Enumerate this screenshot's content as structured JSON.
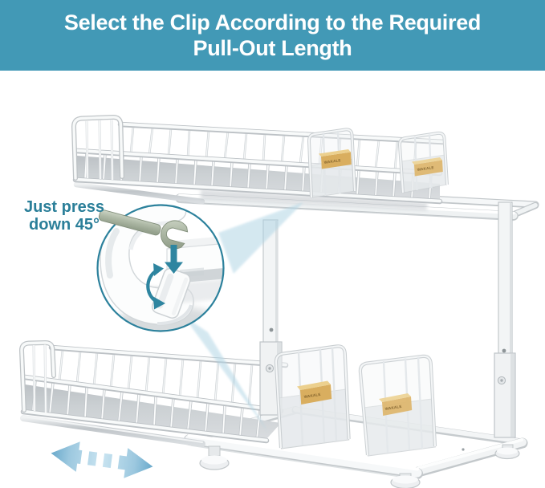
{
  "banner": {
    "title_line1": "Select the Clip According to the Required",
    "title_line2": "Pull-Out Length",
    "bg_color": "#4299b6",
    "text_color": "#ffffff"
  },
  "callout": {
    "line1": "Just press",
    "line2": "down 45°",
    "text_color": "#2b7f99"
  },
  "product": {
    "name": "two-tier pull-out organizer rack",
    "clip_tag_label": "WAKALE",
    "colors": {
      "frame_white": "#f4f6f7",
      "wire_gray": "#c8cccf",
      "tag_wood": "#d9ae5f"
    }
  },
  "zoom_inset": {
    "ring_color": "#2c819c",
    "arrow_color": "#2e85a0",
    "wrench_color": "#a9b4a2"
  },
  "beams": {
    "color": "#aed4e4"
  },
  "slide_arrow": {
    "color_dark": "#69a9cb",
    "color_light": "#c9e4f1"
  }
}
